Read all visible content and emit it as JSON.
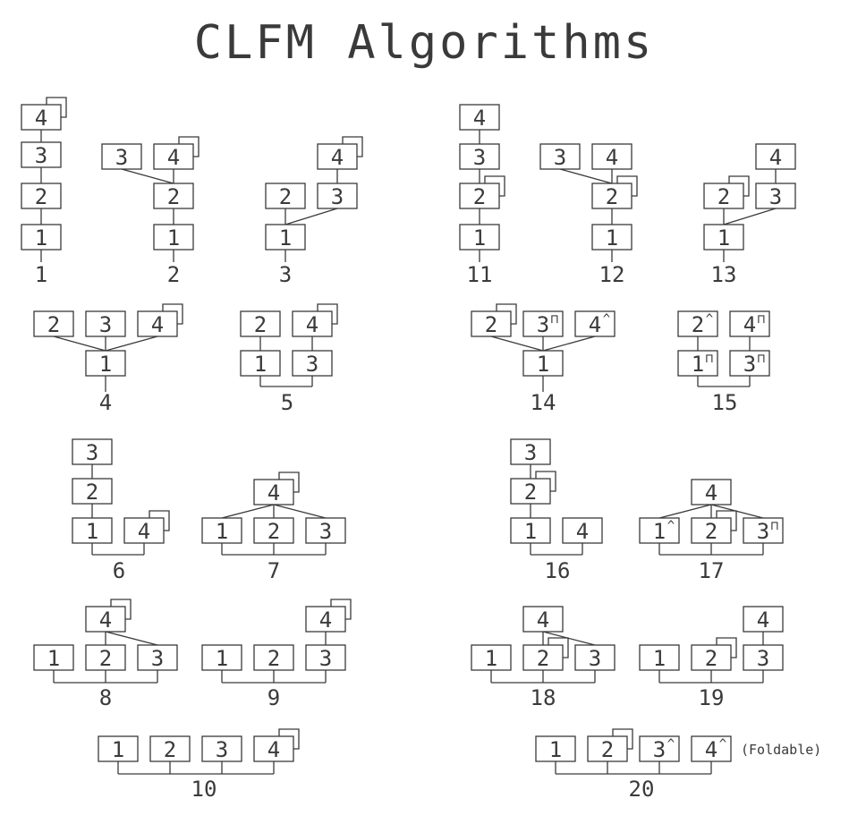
{
  "title": "CLFM Algorithms",
  "note": "(Foldable)",
  "algorithms": [
    {
      "id": "1",
      "ops": [
        {
          "n": "1",
          "m": ""
        },
        {
          "n": "2",
          "m": ""
        },
        {
          "n": "3",
          "m": ""
        },
        {
          "n": "4",
          "m": "fb"
        }
      ],
      "edges": [
        [
          0,
          1
        ],
        [
          1,
          2
        ],
        [
          2,
          3
        ]
      ],
      "carriers": [
        [
          0
        ]
      ]
    },
    {
      "id": "2",
      "ops": [
        {
          "n": "1",
          "m": ""
        },
        {
          "n": "2",
          "m": ""
        },
        {
          "n": "3",
          "m": ""
        },
        {
          "n": "4",
          "m": "fb"
        }
      ],
      "edges": [
        [
          0,
          1
        ],
        [
          1,
          2
        ],
        [
          1,
          3
        ]
      ],
      "carriers": [
        [
          0
        ]
      ]
    },
    {
      "id": "3",
      "ops": [
        {
          "n": "1",
          "m": ""
        },
        {
          "n": "2",
          "m": ""
        },
        {
          "n": "3",
          "m": ""
        },
        {
          "n": "4",
          "m": "fb"
        }
      ],
      "edges": [
        [
          0,
          1
        ],
        [
          0,
          2
        ],
        [
          2,
          3
        ]
      ],
      "carriers": [
        [
          0
        ]
      ]
    },
    {
      "id": "4",
      "ops": [
        {
          "n": "1",
          "m": ""
        },
        {
          "n": "2",
          "m": ""
        },
        {
          "n": "3",
          "m": ""
        },
        {
          "n": "4",
          "m": "fb"
        }
      ],
      "edges": [
        [
          0,
          1
        ],
        [
          0,
          2
        ],
        [
          0,
          3
        ]
      ],
      "carriers": [
        [
          0
        ]
      ]
    },
    {
      "id": "5",
      "ops": [
        {
          "n": "1",
          "m": ""
        },
        {
          "n": "2",
          "m": ""
        },
        {
          "n": "3",
          "m": ""
        },
        {
          "n": "4",
          "m": "fb"
        }
      ],
      "edges": [
        [
          0,
          1
        ],
        [
          2,
          3
        ]
      ],
      "carriers": [
        [
          0,
          2
        ]
      ]
    },
    {
      "id": "6",
      "ops": [
        {
          "n": "1",
          "m": ""
        },
        {
          "n": "2",
          "m": ""
        },
        {
          "n": "3",
          "m": ""
        },
        {
          "n": "4",
          "m": "fb"
        }
      ],
      "edges": [
        [
          0,
          1
        ],
        [
          1,
          2
        ]
      ],
      "carriers": [
        [
          0,
          3
        ]
      ]
    },
    {
      "id": "7",
      "ops": [
        {
          "n": "1",
          "m": ""
        },
        {
          "n": "2",
          "m": ""
        },
        {
          "n": "3",
          "m": ""
        },
        {
          "n": "4",
          "m": "fb"
        }
      ],
      "edges": [
        [
          0,
          3
        ],
        [
          1,
          3
        ],
        [
          2,
          3
        ]
      ],
      "carriers": [
        [
          0,
          1,
          2
        ]
      ]
    },
    {
      "id": "8",
      "ops": [
        {
          "n": "1",
          "m": ""
        },
        {
          "n": "2",
          "m": ""
        },
        {
          "n": "3",
          "m": ""
        },
        {
          "n": "4",
          "m": "fb"
        }
      ],
      "edges": [
        [
          1,
          3
        ],
        [
          2,
          3
        ]
      ],
      "carriers": [
        [
          0,
          1,
          2
        ]
      ]
    },
    {
      "id": "9",
      "ops": [
        {
          "n": "1",
          "m": ""
        },
        {
          "n": "2",
          "m": ""
        },
        {
          "n": "3",
          "m": ""
        },
        {
          "n": "4",
          "m": "fb"
        }
      ],
      "edges": [
        [
          2,
          3
        ]
      ],
      "carriers": [
        [
          0,
          1,
          2
        ]
      ]
    },
    {
      "id": "10",
      "ops": [
        {
          "n": "1",
          "m": ""
        },
        {
          "n": "2",
          "m": ""
        },
        {
          "n": "3",
          "m": ""
        },
        {
          "n": "4",
          "m": "fb"
        }
      ],
      "edges": [],
      "carriers": [
        [
          0,
          1,
          2,
          3
        ]
      ]
    },
    {
      "id": "11",
      "ops": [
        {
          "n": "1",
          "m": ""
        },
        {
          "n": "2",
          "m": "fb"
        },
        {
          "n": "3",
          "m": ""
        },
        {
          "n": "4",
          "m": ""
        }
      ],
      "edges": [
        [
          0,
          1
        ],
        [
          1,
          2
        ],
        [
          2,
          3
        ]
      ],
      "carriers": [
        [
          0
        ]
      ]
    },
    {
      "id": "12",
      "ops": [
        {
          "n": "1",
          "m": ""
        },
        {
          "n": "2",
          "m": "fb"
        },
        {
          "n": "3",
          "m": ""
        },
        {
          "n": "4",
          "m": ""
        }
      ],
      "edges": [
        [
          0,
          1
        ],
        [
          1,
          2
        ],
        [
          1,
          3
        ]
      ],
      "carriers": [
        [
          0
        ]
      ]
    },
    {
      "id": "13",
      "ops": [
        {
          "n": "1",
          "m": ""
        },
        {
          "n": "2",
          "m": "fb"
        },
        {
          "n": "3",
          "m": ""
        },
        {
          "n": "4",
          "m": ""
        }
      ],
      "edges": [
        [
          0,
          1
        ],
        [
          0,
          2
        ],
        [
          2,
          3
        ]
      ],
      "carriers": [
        [
          0
        ]
      ]
    },
    {
      "id": "14",
      "ops": [
        {
          "n": "1",
          "m": ""
        },
        {
          "n": "2",
          "m": "fb"
        },
        {
          "n": "3",
          "m": "⊓"
        },
        {
          "n": "4",
          "m": "^"
        }
      ],
      "edges": [
        [
          0,
          1
        ],
        [
          0,
          2
        ],
        [
          0,
          3
        ]
      ],
      "carriers": [
        [
          0
        ]
      ]
    },
    {
      "id": "15",
      "ops": [
        {
          "n": "1",
          "m": "⊓"
        },
        {
          "n": "2",
          "m": "^"
        },
        {
          "n": "3",
          "m": "⊓"
        },
        {
          "n": "4",
          "m": "⊓"
        }
      ],
      "edges": [
        [
          0,
          1
        ],
        [
          2,
          3
        ]
      ],
      "carriers": [
        [
          0,
          2
        ]
      ]
    },
    {
      "id": "16",
      "ops": [
        {
          "n": "1",
          "m": ""
        },
        {
          "n": "2",
          "m": "fb"
        },
        {
          "n": "3",
          "m": ""
        },
        {
          "n": "4",
          "m": ""
        }
      ],
      "edges": [
        [
          0,
          1
        ],
        [
          1,
          2
        ]
      ],
      "carriers": [
        [
          0,
          3
        ]
      ]
    },
    {
      "id": "17",
      "ops": [
        {
          "n": "1",
          "m": "^"
        },
        {
          "n": "2",
          "m": "fb"
        },
        {
          "n": "3",
          "m": "⊓"
        },
        {
          "n": "4",
          "m": ""
        }
      ],
      "edges": [
        [
          0,
          3
        ],
        [
          1,
          3
        ],
        [
          2,
          3
        ]
      ],
      "carriers": [
        [
          0,
          1,
          2
        ]
      ]
    },
    {
      "id": "18",
      "ops": [
        {
          "n": "1",
          "m": ""
        },
        {
          "n": "2",
          "m": "fb"
        },
        {
          "n": "3",
          "m": ""
        },
        {
          "n": "4",
          "m": ""
        }
      ],
      "edges": [
        [
          1,
          3
        ],
        [
          2,
          3
        ]
      ],
      "carriers": [
        [
          0,
          1,
          2
        ]
      ]
    },
    {
      "id": "19",
      "ops": [
        {
          "n": "1",
          "m": ""
        },
        {
          "n": "2",
          "m": "fb"
        },
        {
          "n": "3",
          "m": ""
        },
        {
          "n": "4",
          "m": ""
        }
      ],
      "edges": [
        [
          2,
          3
        ]
      ],
      "carriers": [
        [
          0,
          1,
          2
        ]
      ]
    },
    {
      "id": "20",
      "ops": [
        {
          "n": "1",
          "m": ""
        },
        {
          "n": "2",
          "m": "fb"
        },
        {
          "n": "3",
          "m": "^"
        },
        {
          "n": "4",
          "m": "^"
        }
      ],
      "edges": [],
      "carriers": [
        [
          0,
          1,
          2,
          3
        ]
      ]
    }
  ]
}
